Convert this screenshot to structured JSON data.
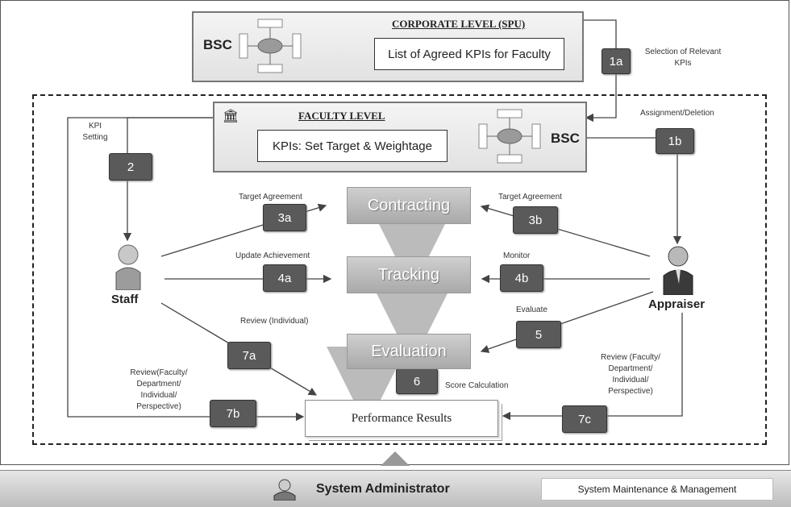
{
  "corporate": {
    "title": "CORPORATE LEVEL (SPU)",
    "bsc": "BSC",
    "box": "List of Agreed KPIs for Faculty"
  },
  "faculty": {
    "title": "FACULTY LEVEL",
    "bsc": "BSC",
    "box": "KPIs: Set Target & Weightage"
  },
  "steps": {
    "s1a": "1a",
    "s1b": "1b",
    "s2": "2",
    "s3a": "3a",
    "s3b": "3b",
    "s4a": "4a",
    "s4b": "4b",
    "s5": "5",
    "s6": "6",
    "s7a": "7a",
    "s7b": "7b",
    "s7c": "7c"
  },
  "labels": {
    "selection": "Selection of Relevant KPIs",
    "assignment": "Assignment/Deletion",
    "kpi_setting": "KPI Setting",
    "target_agreement_left": "Target Agreement",
    "target_agreement_right": "Target Agreement",
    "update_achievement": "Update Achievement",
    "monitor": "Monitor",
    "evaluate": "Evaluate",
    "review_individual": "Review (Individual)",
    "review_left": "Review(Faculty/ Department/ Individual/ Perspective)",
    "review_right": "Review (Faculty/ Department/ Individual/ Perspective)",
    "score_calculation": "Score Calculation"
  },
  "phases": {
    "contracting": "Contracting",
    "tracking": "Tracking",
    "evaluation": "Evaluation"
  },
  "roles": {
    "staff": "Staff",
    "appraiser": "Appraiser"
  },
  "results": "Performance Results",
  "system": {
    "title": "System Administrator",
    "box": "System Maintenance & Management"
  },
  "icons": [
    "building-icon",
    "staff-person-icon",
    "appraiser-person-icon",
    "admin-person-icon",
    "bsc-diagram-icon"
  ],
  "colors": {
    "step_bg": "#5a5a5a",
    "phase_bg": "#b5b5b5",
    "line": "#444444"
  }
}
